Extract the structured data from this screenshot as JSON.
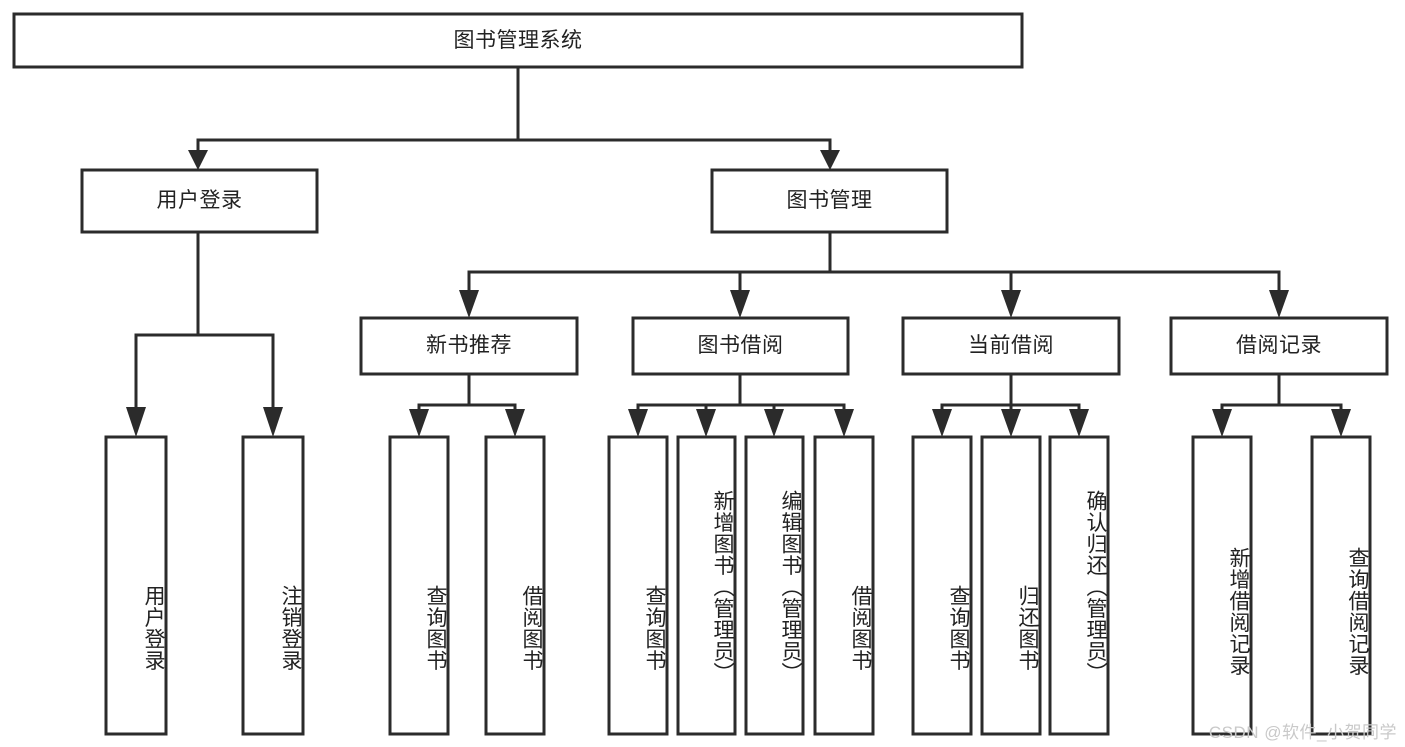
{
  "diagram": {
    "type": "tree-hierarchy-chart",
    "title": "图书管理系统",
    "background_color": "#ffffff",
    "line_color": "#2b2b2b",
    "text_color": "#222222",
    "root": {
      "label": "图书管理系统"
    },
    "level2": [
      {
        "label": "用户登录"
      },
      {
        "label": "图书管理"
      }
    ],
    "level3": [
      {
        "label": "新书推荐"
      },
      {
        "label": "图书借阅"
      },
      {
        "label": "当前借阅"
      },
      {
        "label": "借阅记录"
      }
    ],
    "leaves": {
      "user_login": [
        {
          "label": "用户登录"
        },
        {
          "label": "注销登录"
        }
      ],
      "new_book_recommend": [
        {
          "label": "查询图书"
        },
        {
          "label": "借阅图书"
        }
      ],
      "book_borrow": [
        {
          "label": "查询图书"
        },
        {
          "label": "新增图书（管理员）"
        },
        {
          "label": "编辑图书（管理员）"
        },
        {
          "label": "借阅图书"
        }
      ],
      "current_borrow": [
        {
          "label": "查询图书"
        },
        {
          "label": "归还图书"
        },
        {
          "label": "确认归还（管理员）"
        }
      ],
      "borrow_record": [
        {
          "label": "新增借阅记录"
        },
        {
          "label": "查询借阅记录"
        }
      ]
    }
  },
  "watermark": {
    "text": "CSDN @软件_小贺同学",
    "color": "#c9c9c9"
  }
}
